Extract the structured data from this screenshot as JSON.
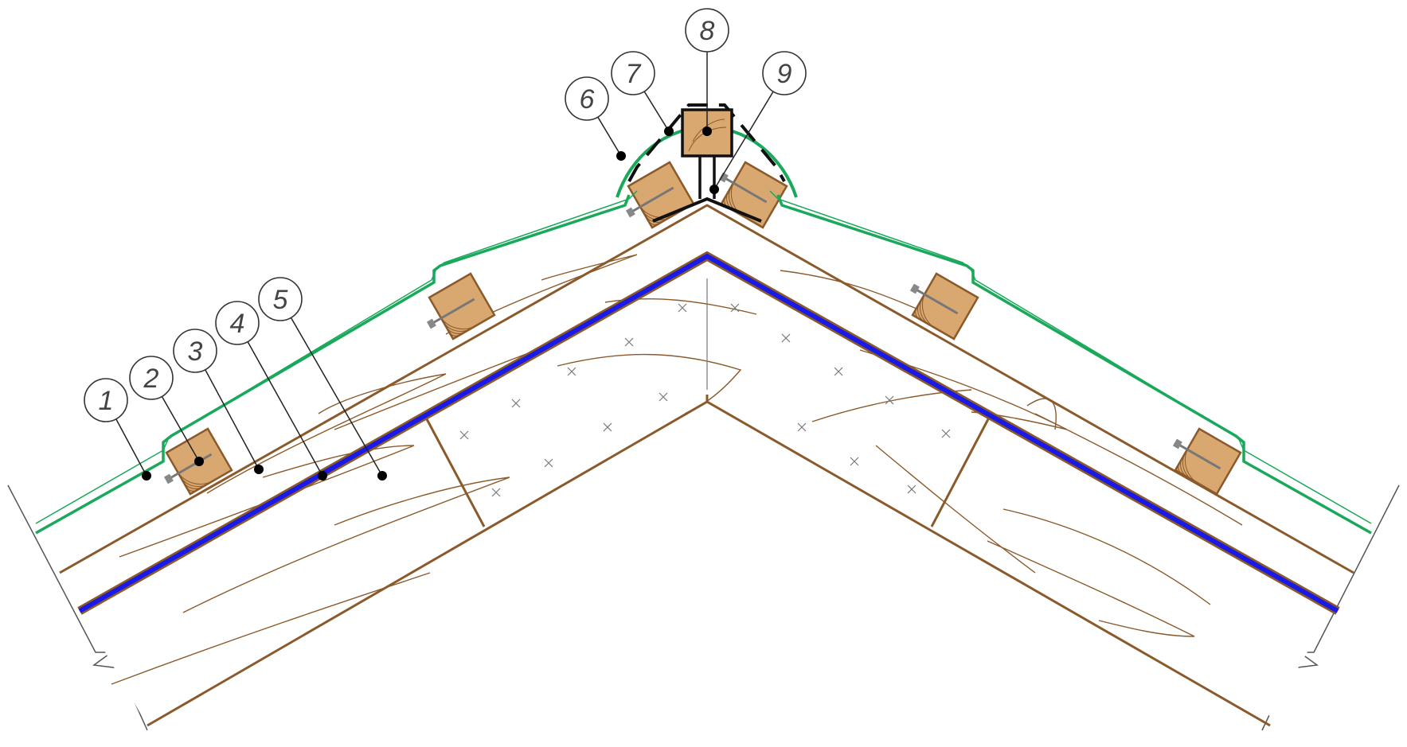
{
  "diagram": {
    "callouts": [
      {
        "label": "1",
        "part": "roof-sheet"
      },
      {
        "label": "2",
        "part": "batten"
      },
      {
        "label": "3",
        "part": "counter-batten"
      },
      {
        "label": "4",
        "part": "membrane"
      },
      {
        "label": "5",
        "part": "rafter"
      },
      {
        "label": "6",
        "part": "ridge-cap"
      },
      {
        "label": "7",
        "part": "ridge-seal"
      },
      {
        "label": "8",
        "part": "ridge-beam"
      },
      {
        "label": "9",
        "part": "ridge-bracket"
      }
    ],
    "colors": {
      "roof_sheet": "#1aa85a",
      "membrane": "#1a1ae6",
      "timber_outline": "#8B5A2B",
      "timber_fill": "#D9A870",
      "seal": "#111111"
    }
  }
}
